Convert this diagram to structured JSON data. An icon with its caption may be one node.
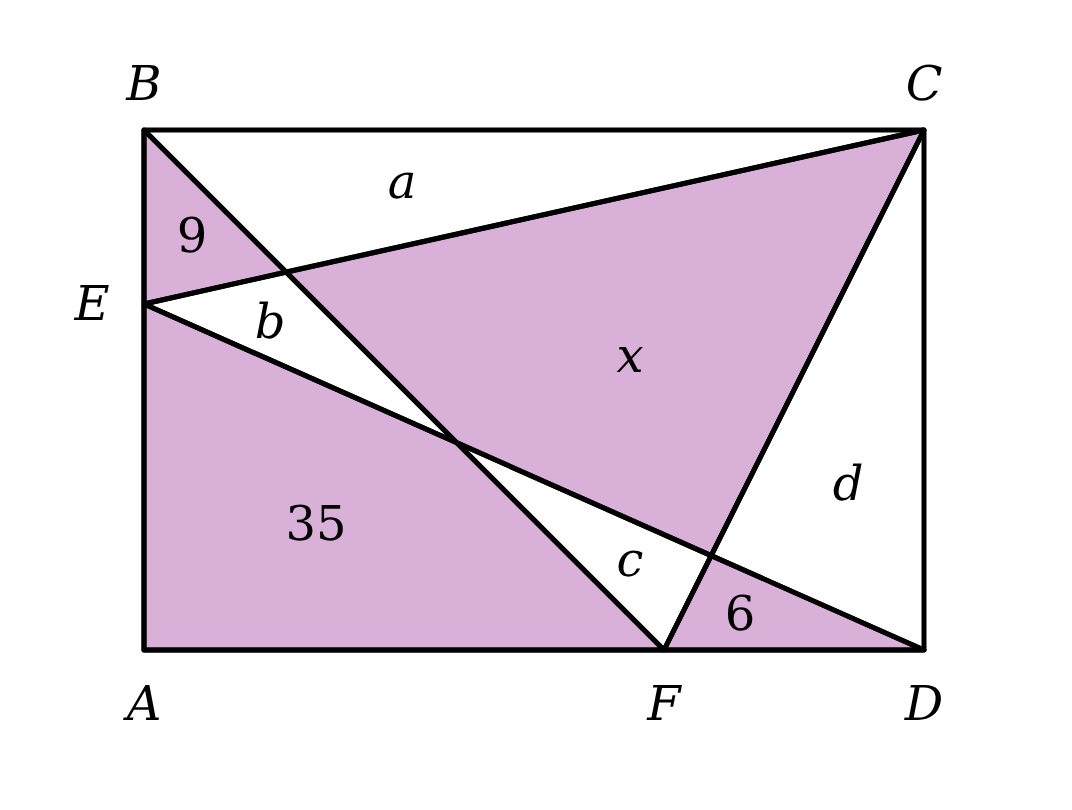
{
  "diagram": {
    "labels": [
      "B",
      "C",
      "a",
      "9",
      "E",
      "b",
      "x",
      "d",
      "35",
      "c",
      "6",
      "A",
      "F",
      "D"
    ]
  }
}
